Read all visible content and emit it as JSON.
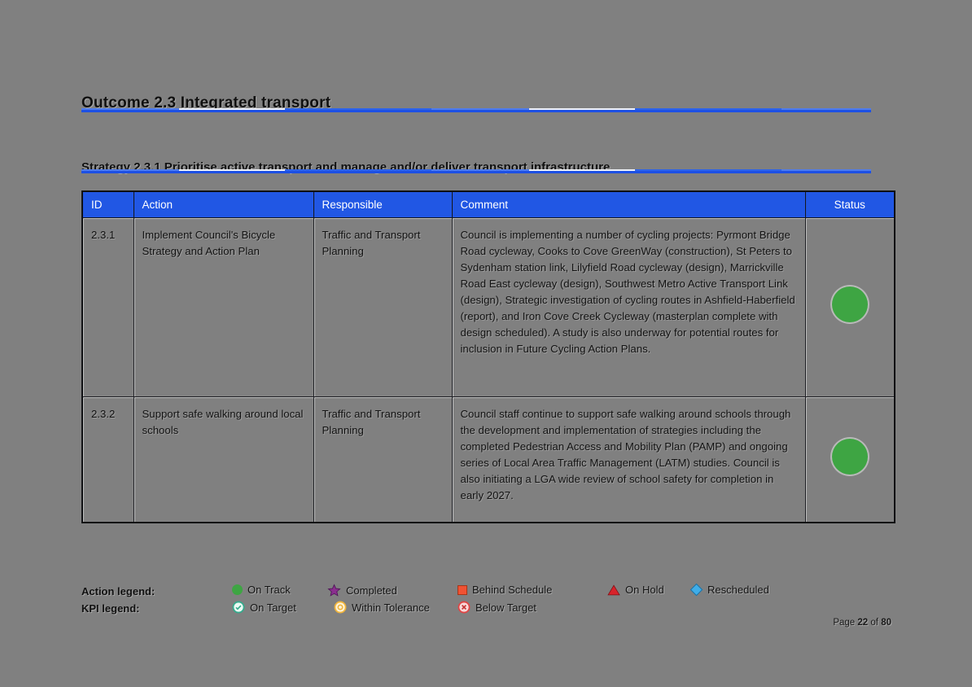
{
  "page": {
    "background_color": "#808080",
    "accent_blue": "#1d50e4",
    "header_blue": "#2157E4"
  },
  "heading": {
    "outcome_title": "Outcome 2.3 Integrated transport",
    "strategy_title": "Strategy 2.3.1 Prioritise active transport and manage and/or deliver transport infrastructure"
  },
  "table": {
    "columns": [
      "ID",
      "Action",
      "Responsible",
      "Comment",
      "Status"
    ],
    "rows": [
      {
        "id": "2.3.1",
        "action": "Implement Council's Bicycle Strategy and Action Plan",
        "responsible": "Traffic and Transport Planning",
        "comment": "Council is implementing a number of cycling projects: Pyrmont Bridge Road cycleway, Cooks to Cove GreenWay (construction), St Peters to Sydenham station link, Lilyfield Road cycleway (design), Marrickville Road East cycleway (design), Southwest Metro Active Transport Link (design), Strategic investigation of cycling routes in Ashfield-Haberfield (report), and Iron Cove Creek Cycleway (masterplan complete with design scheduled). A study is also underway for potential routes for inclusion in Future Cycling Action Plans.",
        "status": "On Track",
        "status_color": "#3EA543"
      },
      {
        "id": "2.3.2",
        "action": "Support safe walking around local schools",
        "responsible": "Traffic and Transport Planning",
        "comment": "Council staff continue to support safe walking around schools through the development and implementation of strategies including the completed Pedestrian Access and Mobility Plan (PAMP) and ongoing series of Local Area Traffic Management (LATM) studies. Council is also initiating a LGA wide review of school safety for completion in early 2027.",
        "status": "On Track",
        "status_color": "#3EA543"
      }
    ]
  },
  "legend": {
    "action": {
      "label": "Action legend:",
      "items": [
        {
          "icon": "circle",
          "label": "On Track",
          "color": "#3EA543"
        },
        {
          "icon": "star",
          "label": "Completed",
          "color": "#8B2F8F"
        },
        {
          "icon": "square",
          "label": "Behind Schedule",
          "color": "#F05233"
        },
        {
          "icon": "triangle",
          "label": "On Hold",
          "color": "#D8232B"
        },
        {
          "icon": "diamond",
          "label": "Rescheduled",
          "color": "#3FADE8"
        }
      ]
    },
    "kpi": {
      "label": "KPI legend:",
      "items": [
        {
          "icon": "check-circle",
          "label": "On Target",
          "color": "#35A98C"
        },
        {
          "icon": "ring-circle",
          "label": "Within Tolerance",
          "color": "#F0B43C"
        },
        {
          "icon": "x-circle",
          "label": "Below Target",
          "color": "#E04545"
        }
      ]
    }
  },
  "footer": {
    "page_label": "Page",
    "page_number": "22",
    "of_label": "of",
    "total_pages": "80"
  }
}
